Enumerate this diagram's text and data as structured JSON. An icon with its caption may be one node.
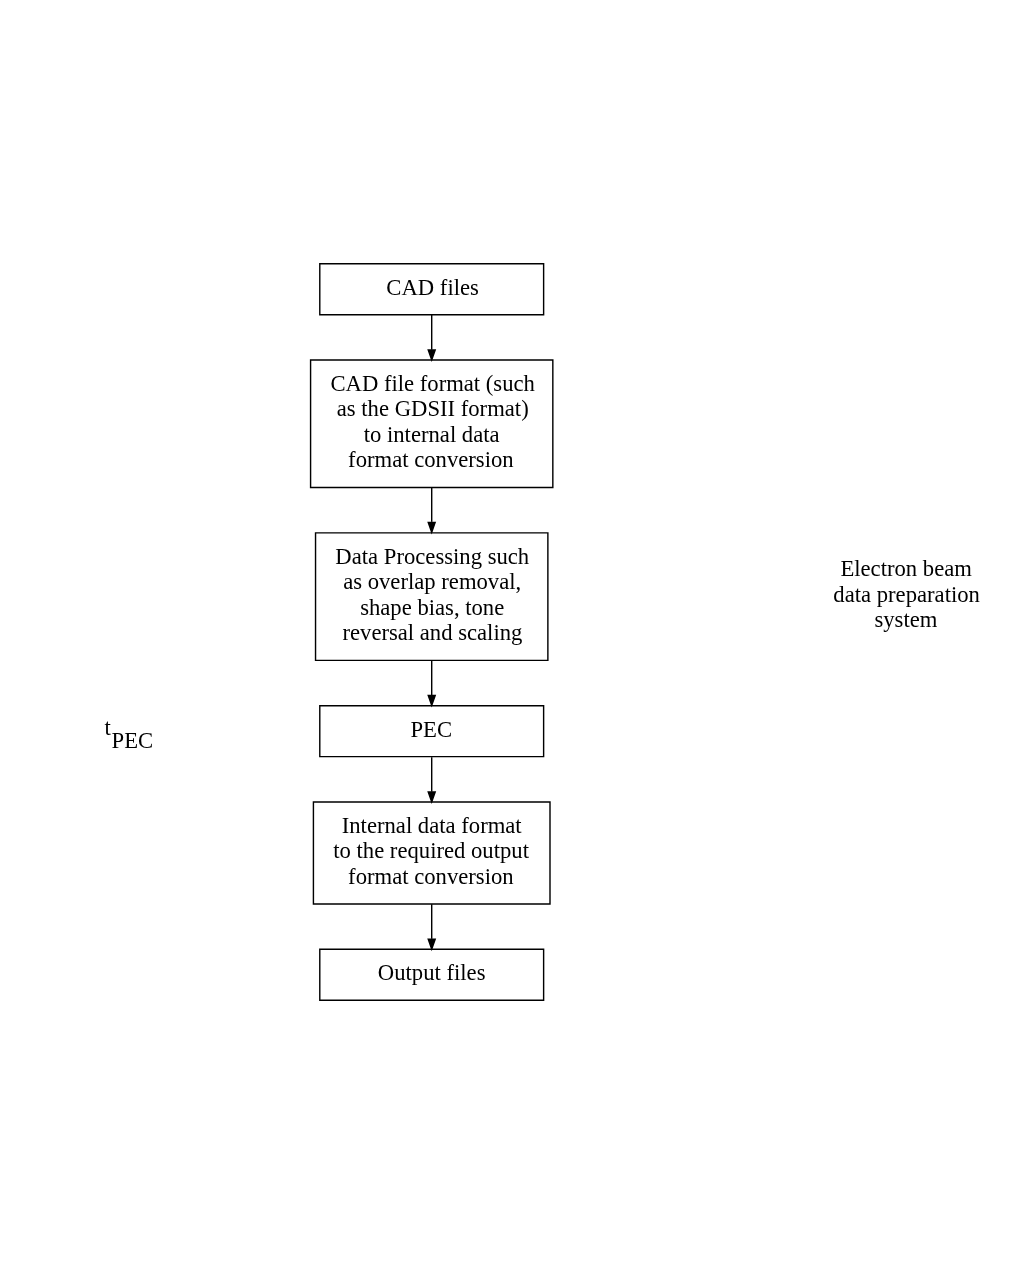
{
  "diagram": {
    "nodes": [
      {
        "text": [
          "CAD files"
        ]
      },
      {
        "text": [
          "CAD file format (such as the GDSII format) to internal data format conversion"
        ]
      },
      {
        "text": [
          "Data Processing such as overlap removal, shape bias, tone reversal and scaling"
        ]
      },
      {
        "text": [
          "PEC"
        ]
      },
      {
        "text": [
          "Internal data format to the required output format conversion"
        ]
      },
      {
        "text": [
          "Output files"
        ]
      }
    ],
    "edges": [
      {
        "from": 0,
        "to": 1,
        "arrow": "to"
      },
      {
        "from": 1,
        "to": 2,
        "arrow": "to"
      },
      {
        "from": 2,
        "to": 3,
        "arrow": "to"
      },
      {
        "from": 3,
        "to": 4,
        "arrow": "to"
      },
      {
        "from": 4,
        "to": 5,
        "arrow": "to"
      }
    ],
    "labels": [
      "Electron beam data preparation system",
      "t$_{PEC}$"
    ]
  }
}
